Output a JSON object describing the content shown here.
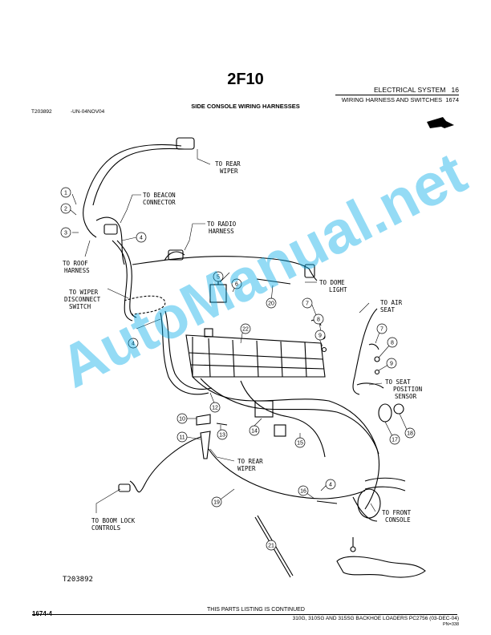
{
  "header": {
    "page_id": "2F10",
    "section": "ELECTRICAL SYSTEM",
    "section_num": "16",
    "subsection": "WIRING HARNESS AND SWITCHES",
    "subsection_num": "1674"
  },
  "figure": {
    "title": "SIDE CONSOLE WIRING HARNESSES",
    "image_id": "T203892",
    "image_date": "-UN-04NOV04",
    "code_label": "T203892",
    "callouts": [
      {
        "num": "1"
      },
      {
        "num": "2"
      },
      {
        "num": "3"
      },
      {
        "num": "4"
      },
      {
        "num": "4"
      },
      {
        "num": "4"
      },
      {
        "num": "5"
      },
      {
        "num": "6"
      },
      {
        "num": "7"
      },
      {
        "num": "7"
      },
      {
        "num": "8"
      },
      {
        "num": "8"
      },
      {
        "num": "9"
      },
      {
        "num": "9"
      },
      {
        "num": "10"
      },
      {
        "num": "11"
      },
      {
        "num": "12"
      },
      {
        "num": "13"
      },
      {
        "num": "14"
      },
      {
        "num": "15"
      },
      {
        "num": "16"
      },
      {
        "num": "17"
      },
      {
        "num": "18"
      },
      {
        "num": "19"
      },
      {
        "num": "20"
      },
      {
        "num": "21"
      },
      {
        "num": "22"
      }
    ],
    "labels": {
      "rear_wiper_top": [
        "TO REAR",
        "WIPER"
      ],
      "beacon": [
        "TO BEACON",
        "CONNECTOR"
      ],
      "radio": [
        "TO RADIO",
        "HARNESS"
      ],
      "roof": [
        "TO ROOF",
        "HARNESS"
      ],
      "wiper_switch": [
        "TO WIPER",
        "DISCONNECT",
        "SWITCH"
      ],
      "dome": [
        "TO DOME",
        "LIGHT"
      ],
      "air_seat": [
        "TO AIR",
        "SEAT"
      ],
      "seat_sensor": [
        "TO SEAT",
        "POSITION",
        "SENSOR"
      ],
      "rear_wiper_bottom": [
        "TO REAR",
        "WIPER"
      ],
      "front_console": [
        "TO FRONT",
        "CONSOLE"
      ],
      "boom_lock": [
        "TO BOOM LOCK",
        "CONTROLS"
      ]
    }
  },
  "footer": {
    "page_num": "1674-4",
    "continued": "THIS PARTS LISTING IS CONTINUED",
    "models": "310G, 310SG AND 315SG BACKHOE LOADERS   PC2756     (03-DEC-04)",
    "pn": "PN=338"
  },
  "watermark": "AutoManual.net"
}
